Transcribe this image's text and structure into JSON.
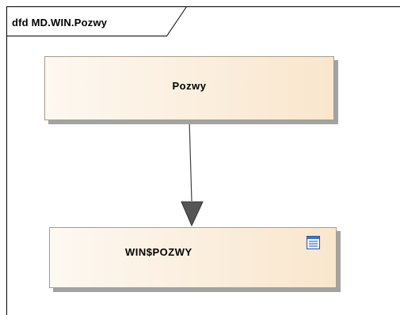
{
  "frame": {
    "title": "dfd MD.WIN.Pozwy"
  },
  "nodes": [
    {
      "id": "process",
      "label": "Pozwy"
    },
    {
      "id": "datastore",
      "label": "WIN$POZWY",
      "icon": "table-icon"
    }
  ],
  "connector": {
    "from": "process",
    "to": "datastore",
    "style": "directed-arrow"
  }
}
